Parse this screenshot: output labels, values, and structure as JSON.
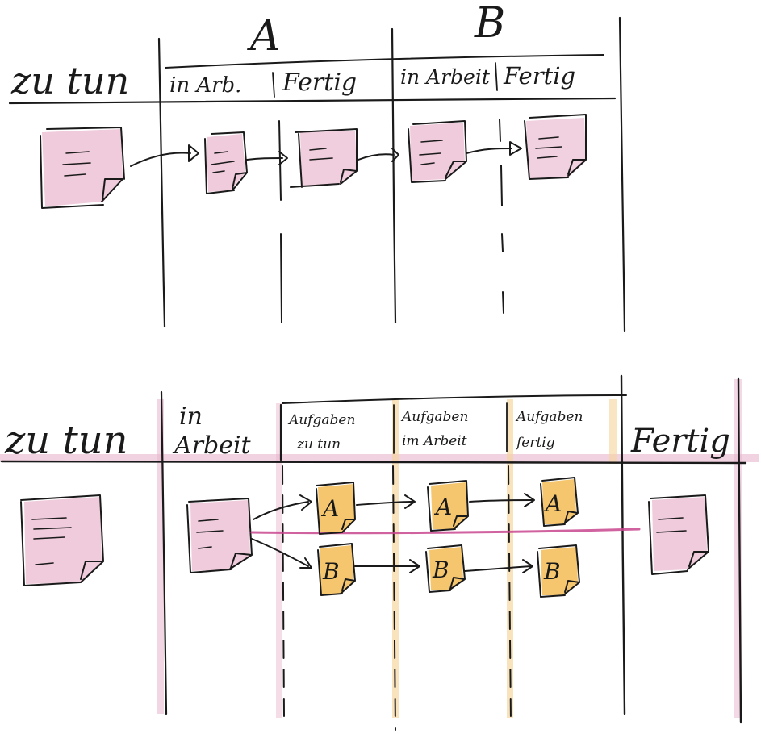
{
  "colors": {
    "ink": "#1a1a1a",
    "pink_highlight": "#e8b4cc",
    "pink_card": "#e9b9cf",
    "pink_line": "#c9478f",
    "orange_highlight": "#f6d49a",
    "orange_card": "#f2b84a"
  },
  "top_board": {
    "group_a_label": "A",
    "group_b_label": "B",
    "col_todo": "zu tun",
    "col_a_in_progress": "in Arb.",
    "col_a_done": "Fertig",
    "col_b_in_progress": "in Arbeit",
    "col_b_done": "Fertig"
  },
  "bottom_board": {
    "col_todo": "zu tun",
    "col_in_progress_line1": "in",
    "col_in_progress_line2": "Arbeit",
    "sub_todo_line1": "Aufgaben",
    "sub_todo_line2": "zu tun",
    "sub_in_progress_line1": "Aufgaben",
    "sub_in_progress_line2": "im Arbeit",
    "sub_done_line1": "Aufgaben",
    "sub_done_line2": "fertig",
    "col_done": "Fertig",
    "task_a_label": "A",
    "task_b_label": "B"
  }
}
